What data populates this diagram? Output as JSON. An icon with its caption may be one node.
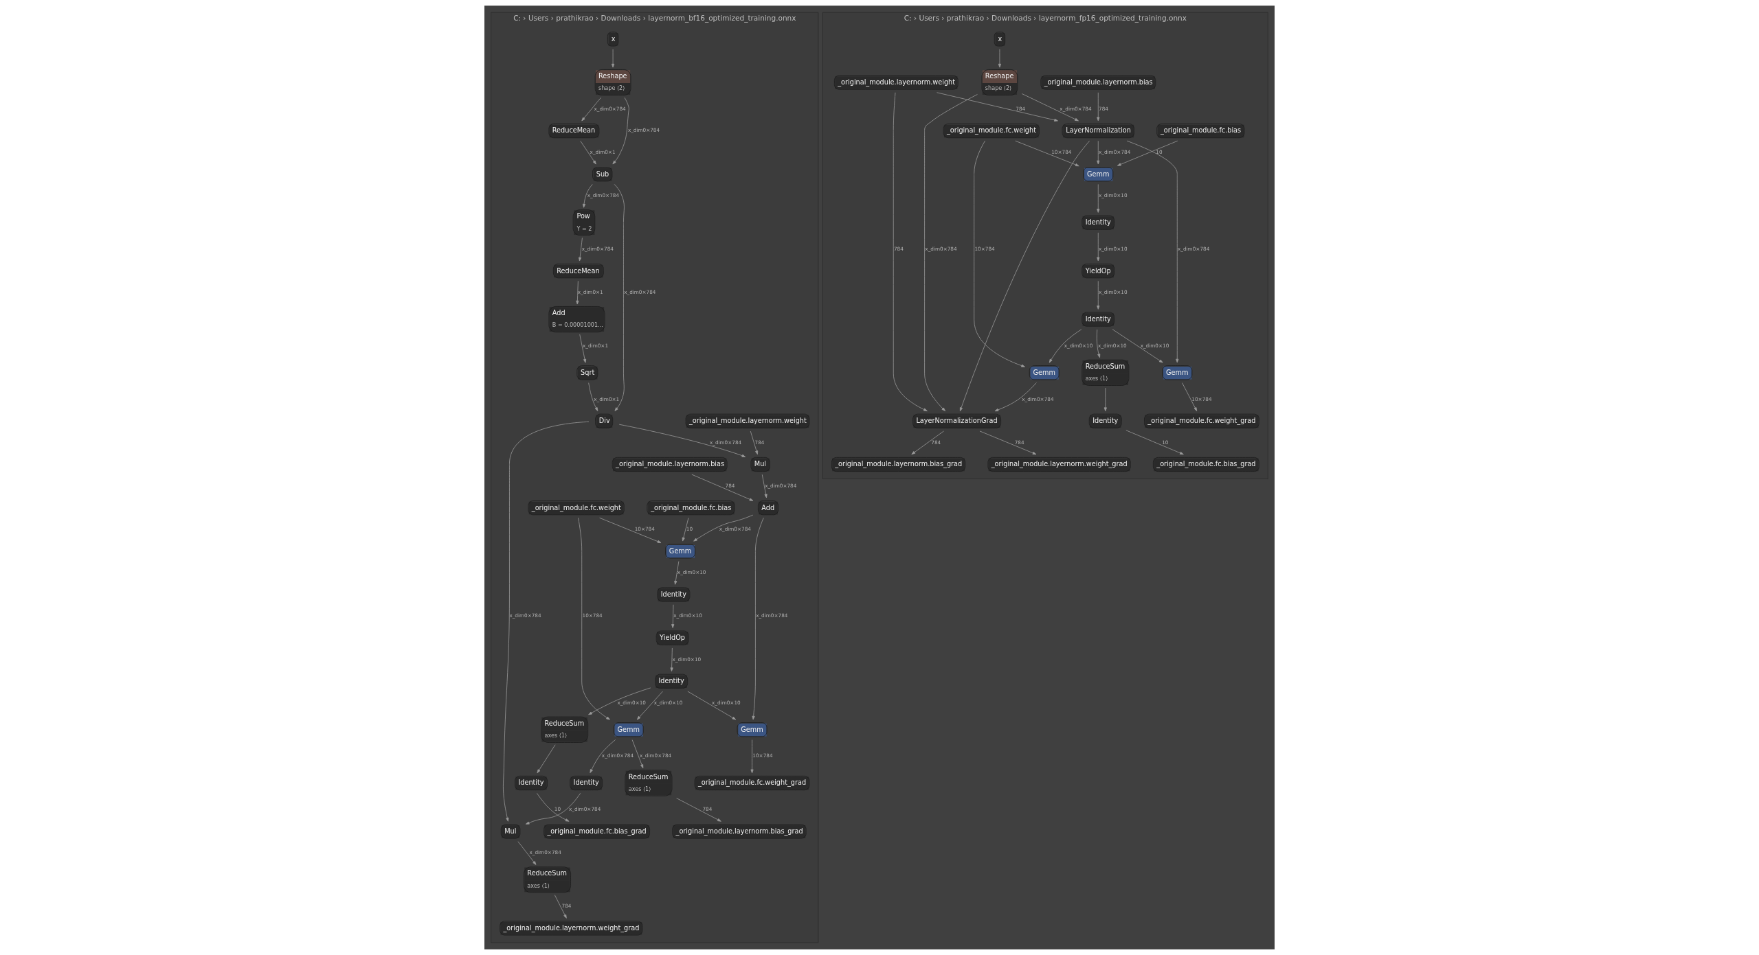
{
  "diagram": {
    "nodes": [
      {
        "text": [
          "C: › Users › prathikrao › Downloads › layernorm_bf16_optimized_training.onnx"
        ]
      },
      {
        "text": [
          "x"
        ],
        "in": 0
      },
      {
        "text": [
          "Reshape",
          "shape ⟨2⟩"
        ],
        "in": 0
      },
      {
        "text": [
          "ReduceMean"
        ],
        "in": 0
      },
      {
        "text": [
          "Sub"
        ],
        "in": 0
      },
      {
        "text": [
          "Pow",
          "Y = 2"
        ],
        "in": 0
      },
      {
        "text": [
          "ReduceMean"
        ],
        "in": 0
      },
      {
        "text": [
          "Add",
          "B = 0.00001001..."
        ],
        "in": 0
      },
      {
        "text": [
          "Sqrt"
        ],
        "in": 0
      },
      {
        "text": [
          "Div"
        ],
        "in": 0
      },
      {
        "text": [
          "_original_module.layernorm.weight"
        ],
        "in": 0
      },
      {
        "text": [
          "_original_module.layernorm.bias"
        ],
        "in": 0
      },
      {
        "text": [
          "Mul"
        ],
        "in": 0
      },
      {
        "text": [
          "Add"
        ],
        "in": 0
      },
      {
        "text": [
          "_original_module.fc.weight"
        ],
        "in": 0
      },
      {
        "text": [
          "_original_module.fc.bias"
        ],
        "in": 0
      },
      {
        "text": [
          "Gemm"
        ],
        "in": 0
      },
      {
        "text": [
          "Identity"
        ],
        "in": 0
      },
      {
        "text": [
          "YieldOp"
        ],
        "in": 0
      },
      {
        "text": [
          "Identity"
        ],
        "in": 0
      },
      {
        "text": [
          "ReduceSum",
          "axes ⟨1⟩"
        ],
        "in": 0
      },
      {
        "text": [
          "Gemm"
        ],
        "in": 0
      },
      {
        "text": [
          "Gemm"
        ],
        "in": 0
      },
      {
        "text": [
          "Identity"
        ],
        "in": 0
      },
      {
        "text": [
          "ReduceSum",
          "axes ⟨1⟩"
        ],
        "in": 0
      },
      {
        "text": [
          "Identity"
        ],
        "in": 0
      },
      {
        "text": [
          "_original_module.fc.weight_grad"
        ],
        "in": 0
      },
      {
        "text": [
          "_original_module.fc.bias_grad"
        ],
        "in": 0
      },
      {
        "text": [
          "_original_module.layernorm.bias_grad"
        ],
        "in": 0
      },
      {
        "text": [
          "Mul"
        ],
        "in": 0
      },
      {
        "text": [
          "ReduceSum",
          "axes ⟨1⟩"
        ],
        "in": 0
      },
      {
        "text": [
          "_original_module.layernorm.weight_grad"
        ],
        "in": 0
      },
      {
        "text": [
          "C: › Users › prathikrao › Downloads › layernorm_fp16_optimized_training.onnx"
        ]
      },
      {
        "text": [
          "x"
        ],
        "in": 32
      },
      {
        "text": [
          "_original_module.layernorm.weight"
        ],
        "in": 32
      },
      {
        "text": [
          "_original_module.layernorm.bias"
        ],
        "in": 32
      },
      {
        "text": [
          "Reshape",
          "shape ⟨2⟩"
        ],
        "in": 32
      },
      {
        "text": [
          "_original_module.fc.weight"
        ],
        "in": 32
      },
      {
        "text": [
          "_original_module.fc.bias"
        ],
        "in": 32
      },
      {
        "text": [
          "LayerNormalization"
        ],
        "in": 32
      },
      {
        "text": [
          "Gemm"
        ],
        "in": 32
      },
      {
        "text": [
          "Identity"
        ],
        "in": 32
      },
      {
        "text": [
          "YieldOp"
        ],
        "in": 32
      },
      {
        "text": [
          "Identity"
        ],
        "in": 32
      },
      {
        "text": [
          "Gemm"
        ],
        "in": 32
      },
      {
        "text": [
          "ReduceSum",
          "axes ⟨1⟩"
        ],
        "in": 32
      },
      {
        "text": [
          "Gemm"
        ],
        "in": 32
      },
      {
        "text": [
          "Identity"
        ],
        "in": 32
      },
      {
        "text": [
          "_original_module.fc.weight_grad"
        ],
        "in": 32
      },
      {
        "text": [
          "LayerNormalizationGrad"
        ],
        "in": 32
      },
      {
        "text": [
          "_original_module.fc.bias_grad"
        ],
        "in": 32
      },
      {
        "text": [
          "_original_module.layernorm.weight_grad"
        ],
        "in": 32
      },
      {
        "text": [
          "_original_module.layernorm.bias_grad"
        ],
        "in": 32
      }
    ],
    "edges": [
      {
        "from": 1,
        "to": 2,
        "arrow": "to"
      },
      {
        "from": 2,
        "to": 3,
        "arrow": "to",
        "label": "x_dim0×784"
      },
      {
        "from": 2,
        "to": 4,
        "arrow": "to",
        "label": "x_dim0×784"
      },
      {
        "from": 3,
        "to": 4,
        "arrow": "to",
        "label": "x_dim0×1"
      },
      {
        "from": 4,
        "to": 5,
        "arrow": "to",
        "label": "x_dim0×784"
      },
      {
        "from": 4,
        "to": 9,
        "arrow": "to",
        "label": "x_dim0×784"
      },
      {
        "from": 5,
        "to": 6,
        "arrow": "to",
        "label": "x_dim0×784"
      },
      {
        "from": 6,
        "to": 7,
        "arrow": "to",
        "label": "x_dim0×1"
      },
      {
        "from": 7,
        "to": 8,
        "arrow": "to",
        "label": "x_dim0×1"
      },
      {
        "from": 8,
        "to": 9,
        "arrow": "to",
        "label": "x_dim0×1"
      },
      {
        "from": 10,
        "to": 12,
        "arrow": "to",
        "label": "784"
      },
      {
        "from": 9,
        "to": 12,
        "arrow": "to",
        "label": "x_dim0×784"
      },
      {
        "from": 9,
        "to": 29,
        "arrow": "to",
        "label": "x_dim0×784"
      },
      {
        "from": 11,
        "to": 13,
        "arrow": "to",
        "label": "784"
      },
      {
        "from": 12,
        "to": 13,
        "arrow": "to",
        "label": "x_dim0×784"
      },
      {
        "from": 14,
        "to": 16,
        "arrow": "to",
        "label": "10×784"
      },
      {
        "from": 14,
        "to": 21,
        "arrow": "to",
        "label": "10×784"
      },
      {
        "from": 15,
        "to": 16,
        "arrow": "to",
        "label": "10"
      },
      {
        "from": 13,
        "to": 16,
        "arrow": "to",
        "label": "x_dim0×784"
      },
      {
        "from": 13,
        "to": 22,
        "arrow": "to",
        "label": "x_dim0×784"
      },
      {
        "from": 16,
        "to": 17,
        "arrow": "to",
        "label": "x_dim0×10"
      },
      {
        "from": 17,
        "to": 18,
        "arrow": "to",
        "label": "x_dim0×10"
      },
      {
        "from": 18,
        "to": 19,
        "arrow": "to",
        "label": "x_dim0×10"
      },
      {
        "from": 19,
        "to": 20,
        "arrow": "to",
        "label": "x_dim0×10"
      },
      {
        "from": 19,
        "to": 21,
        "arrow": "to",
        "label": "x_dim0×10"
      },
      {
        "from": 19,
        "to": 22,
        "arrow": "to",
        "label": "x_dim0×10"
      },
      {
        "from": 20,
        "to": 23,
        "arrow": "to"
      },
      {
        "from": 21,
        "to": 24,
        "arrow": "to",
        "label": "x_dim0×784"
      },
      {
        "from": 21,
        "to": 25,
        "arrow": "to",
        "label": "x_dim0×784"
      },
      {
        "from": 22,
        "to": 26,
        "arrow": "to",
        "label": "10×784"
      },
      {
        "from": 23,
        "to": 27,
        "arrow": "to",
        "label": "10"
      },
      {
        "from": 24,
        "to": 28,
        "arrow": "to",
        "label": "784"
      },
      {
        "from": 25,
        "to": 29,
        "arrow": "to",
        "label": "x_dim0×784"
      },
      {
        "from": 29,
        "to": 30,
        "arrow": "to",
        "label": "x_dim0×784"
      },
      {
        "from": 30,
        "to": 31,
        "arrow": "to",
        "label": "784"
      },
      {
        "from": 33,
        "to": 36,
        "arrow": "to"
      },
      {
        "from": 34,
        "to": 39,
        "arrow": "to",
        "label": "784"
      },
      {
        "from": 34,
        "to": 49,
        "arrow": "to",
        "label": "784"
      },
      {
        "from": 35,
        "to": 39,
        "arrow": "to",
        "label": "784"
      },
      {
        "from": 36,
        "to": 39,
        "arrow": "to",
        "label": "x_dim0×784"
      },
      {
        "from": 36,
        "to": 49,
        "arrow": "to",
        "label": "x_dim0×784"
      },
      {
        "from": 37,
        "to": 40,
        "arrow": "to",
        "label": "10×784"
      },
      {
        "from": 37,
        "to": 44,
        "arrow": "to",
        "label": "10×784"
      },
      {
        "from": 38,
        "to": 40,
        "arrow": "to",
        "label": "10"
      },
      {
        "from": 39,
        "to": 40,
        "arrow": "to",
        "label": "x_dim0×784"
      },
      {
        "from": 39,
        "to": 46,
        "arrow": "to",
        "label": "x_dim0×784"
      },
      {
        "from": 39,
        "to": 49,
        "arrow": "to"
      },
      {
        "from": 40,
        "to": 41,
        "arrow": "to",
        "label": "x_dim0×10"
      },
      {
        "from": 41,
        "to": 42,
        "arrow": "to",
        "label": "x_dim0×10"
      },
      {
        "from": 42,
        "to": 43,
        "arrow": "to",
        "label": "x_dim0×10"
      },
      {
        "from": 43,
        "to": 44,
        "arrow": "to",
        "label": "x_dim0×10"
      },
      {
        "from": 43,
        "to": 45,
        "arrow": "to",
        "label": "x_dim0×10"
      },
      {
        "from": 43,
        "to": 46,
        "arrow": "to",
        "label": "x_dim0×10"
      },
      {
        "from": 44,
        "to": 49,
        "arrow": "to",
        "label": "x_dim0×784"
      },
      {
        "from": 45,
        "to": 47,
        "arrow": "to"
      },
      {
        "from": 46,
        "to": 48,
        "arrow": "to",
        "label": "10×784"
      },
      {
        "from": 47,
        "to": 50,
        "arrow": "to",
        "label": "10"
      },
      {
        "from": 49,
        "to": 51,
        "arrow": "to",
        "label": "784"
      },
      {
        "from": 49,
        "to": 52,
        "arrow": "to",
        "label": "784"
      }
    ]
  }
}
